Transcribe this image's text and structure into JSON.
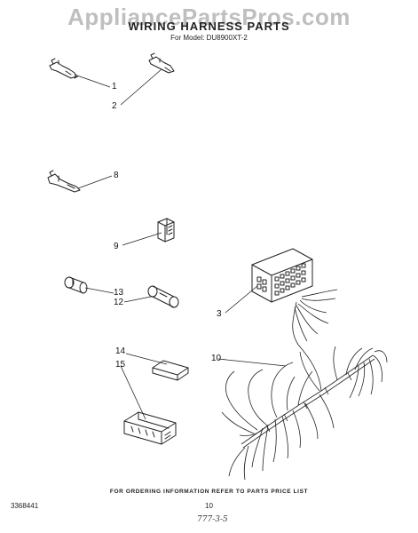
{
  "watermark": "AppliancePartsPros.com",
  "title": "WIRING HARNESS PARTS",
  "subtitle": "For Model: DU8900XT-2",
  "callouts": [
    "1",
    "2",
    "8",
    "9",
    "13",
    "12",
    "3",
    "14",
    "15",
    "10"
  ],
  "footer": {
    "note": "FOR ORDERING INFORMATION REFER TO PARTS PRICE LIST",
    "doc_number": "3368441",
    "page_number": "10",
    "handwritten_note": "777-3-5"
  }
}
